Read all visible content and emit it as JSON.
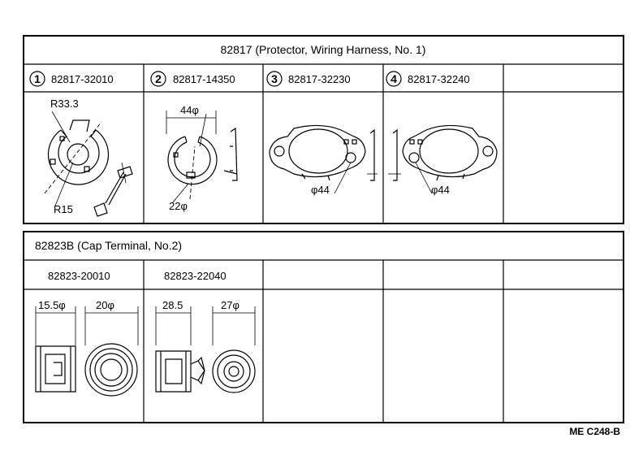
{
  "top_section": {
    "title": "82817 (Protector, Wiring Harness, No. 1)",
    "parts": [
      {
        "index": "1",
        "number": "82817-32010",
        "dims": [
          "R33.3",
          "R15"
        ]
      },
      {
        "index": "2",
        "number": "82817-14350",
        "dims": [
          "44φ",
          "22φ"
        ]
      },
      {
        "index": "3",
        "number": "82817-32230",
        "dims": [
          "φ44"
        ]
      },
      {
        "index": "4",
        "number": "82817-32240",
        "dims": [
          "φ44"
        ]
      }
    ]
  },
  "bottom_section": {
    "title": "82823B (Cap Terminal, No.2)",
    "parts": [
      {
        "number": "82823-20010",
        "dims": [
          "15.5φ",
          "20φ"
        ]
      },
      {
        "number": "82823-22040",
        "dims": [
          "28.5",
          "27φ"
        ]
      }
    ]
  },
  "reference_code": "ME C248-B"
}
